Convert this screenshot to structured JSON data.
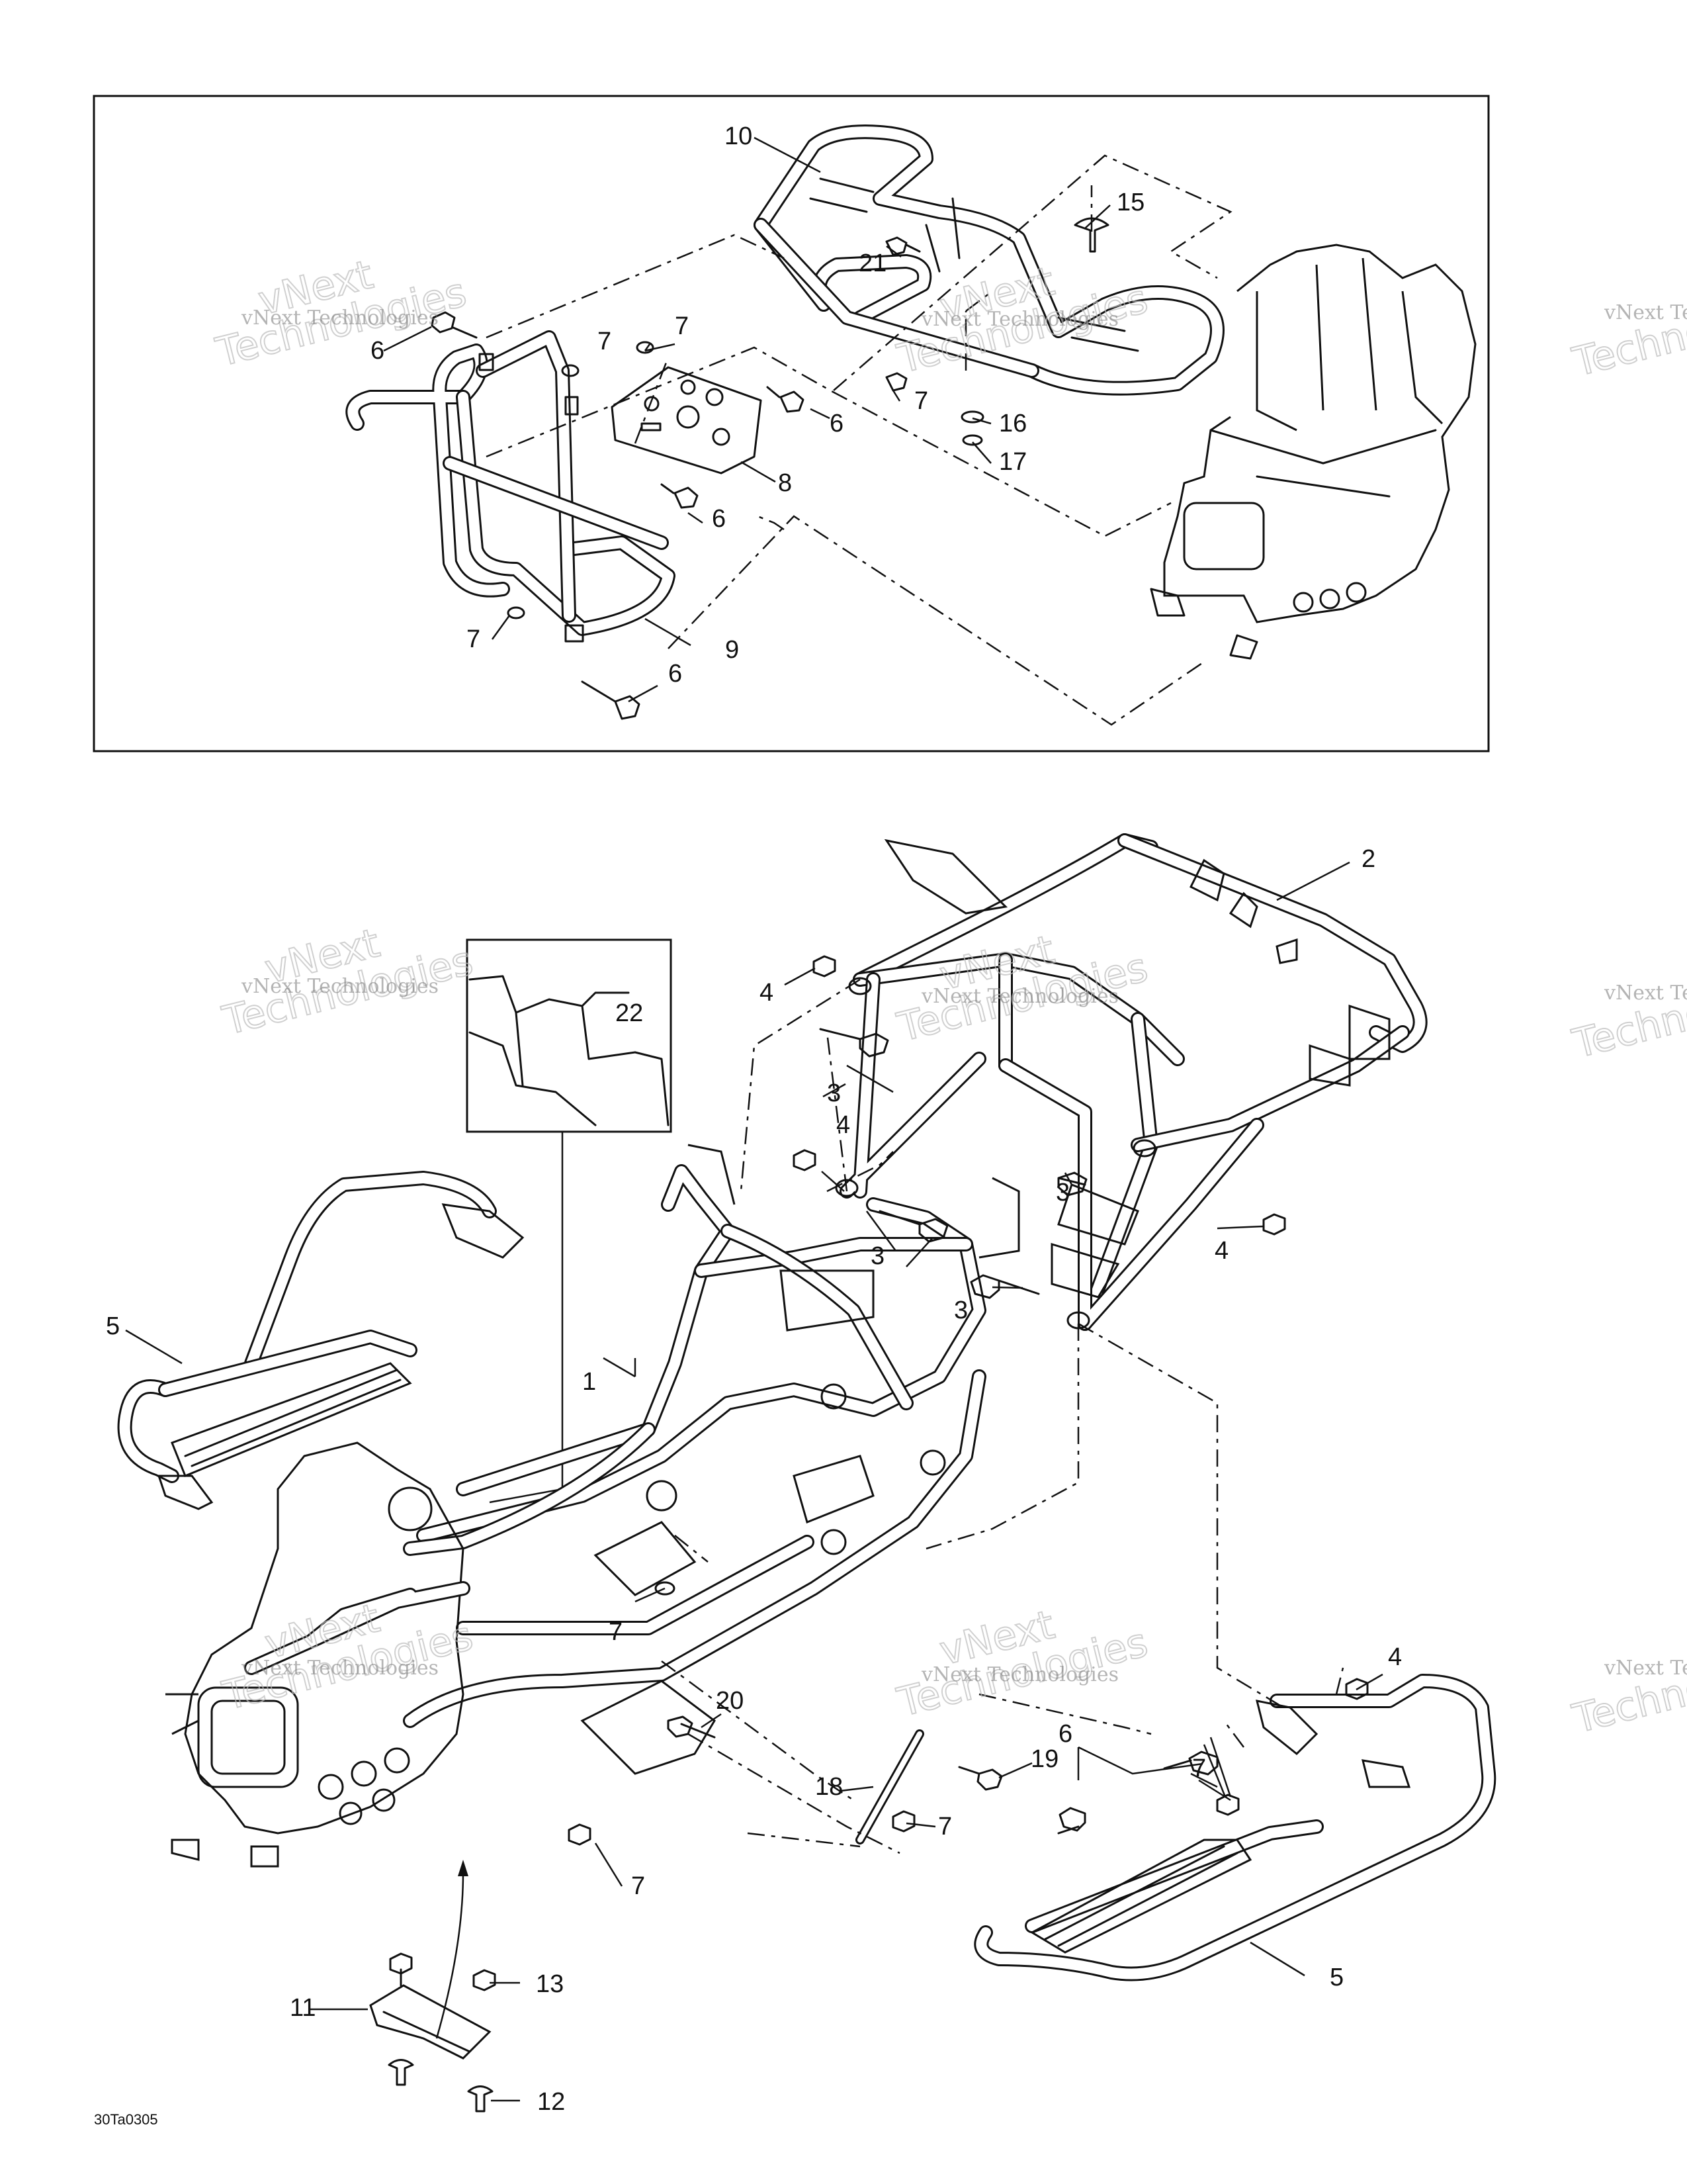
{
  "diagram": {
    "drawing_code": "30Ta0305",
    "watermark": {
      "line1": "vNext Technologies",
      "line2": "vNext",
      "line3": "Technologies"
    },
    "callouts": [
      "1",
      "2",
      "3",
      "4",
      "5",
      "6",
      "7",
      "8",
      "9",
      "10",
      "11",
      "12",
      "13",
      "15",
      "16",
      "17",
      "18",
      "19",
      "20",
      "21",
      "22"
    ]
  }
}
